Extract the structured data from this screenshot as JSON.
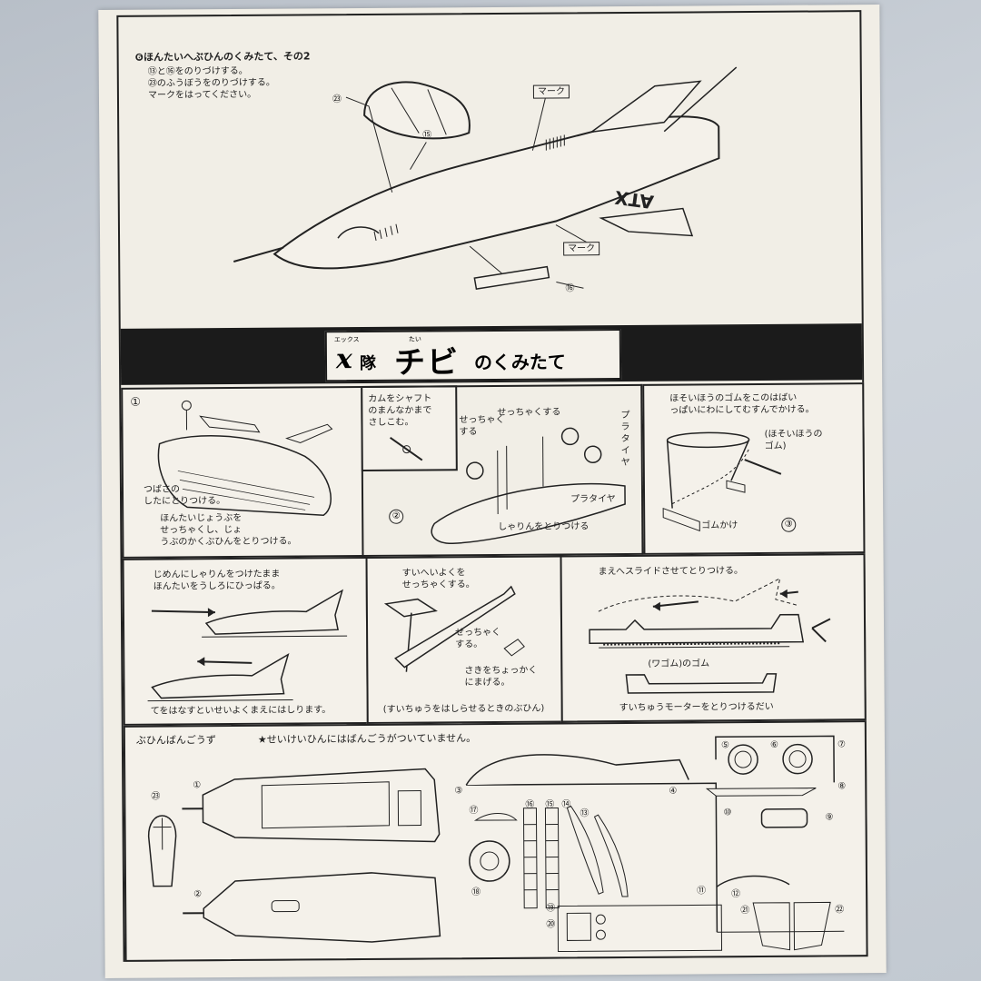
{
  "section6": {
    "heading": "❻ほんたいへぶひんのくみたて、その2",
    "instructions": "⑬と⑯をのりづけする。\n㉓のふうぼうをのりづけする。\nマークをはってください。",
    "label_23": "㉓",
    "label_15": "⑮",
    "label_16": "⑯",
    "mark_top": "マーク",
    "mark_bottom": "マーク",
    "hull_text": "ATX"
  },
  "title": {
    "x": "x",
    "tai": "隊",
    "ruby_x": "エックス",
    "ruby_tai": "たい",
    "main": "チビ",
    "sub": "のくみたて"
  },
  "steps": {
    "s1_num": "①",
    "s1_wing": "つばさの\nしたにとりつける。",
    "s1_body": "ほんたいじょうぶを\nせっちゃくし、じょ\nうぶのかくぶひんをとりつける。",
    "s2_cam": "カムをシャフト\nのまんなかまで\nさしこむ。",
    "s2_num": "②",
    "s2_glue1": "せっちゃく\nする",
    "s2_glue2": "せっちゃくする",
    "s2_tire1": "プラタイヤ",
    "s2_tire2": "プラタイヤ",
    "s2_chassis": "しゃりんをとりつける",
    "s3_num": "③",
    "s3_text": "ほそいほうのゴムをこのはばい\nっぱいにわにしてむすんでかける。",
    "s3_rubber": "(ほそいほうの\nゴム)",
    "s3_hook": "ゴムかけ",
    "s4_top": "じめんにしゃりんをつけたまま\nほんたいをうしろにひっぱる。",
    "s4_bottom": "てをはなすといせいよくまえにはしります。",
    "s5_top": "すいへいよくを\nせっちゃくする。",
    "s5_glue": "せっちゃく\nする。",
    "s5_bend": "さきをちょっかく\nにまげる。",
    "s5_bottom": "(すいちゅうをはしらせるときのぶひん)",
    "s6_top": "まえへスライドさせてとりつける。",
    "s6_rubber": "(ワゴム)のゴム",
    "s6_bottom": "すいちゅうモーターをとりつけるだい"
  },
  "parts": {
    "heading": "ぶひんばんごうず",
    "note": "★せいけいひんにはばんごうがついていません。",
    "numbers": [
      "①",
      "②",
      "③",
      "④",
      "⑤",
      "⑥",
      "⑦",
      "⑧",
      "⑨",
      "⑩",
      "⑪",
      "⑫",
      "⑬",
      "⑭",
      "⑮",
      "⑯",
      "⑰",
      "⑱",
      "⑲",
      "⑳",
      "㉑",
      "㉒",
      "㉓"
    ]
  }
}
